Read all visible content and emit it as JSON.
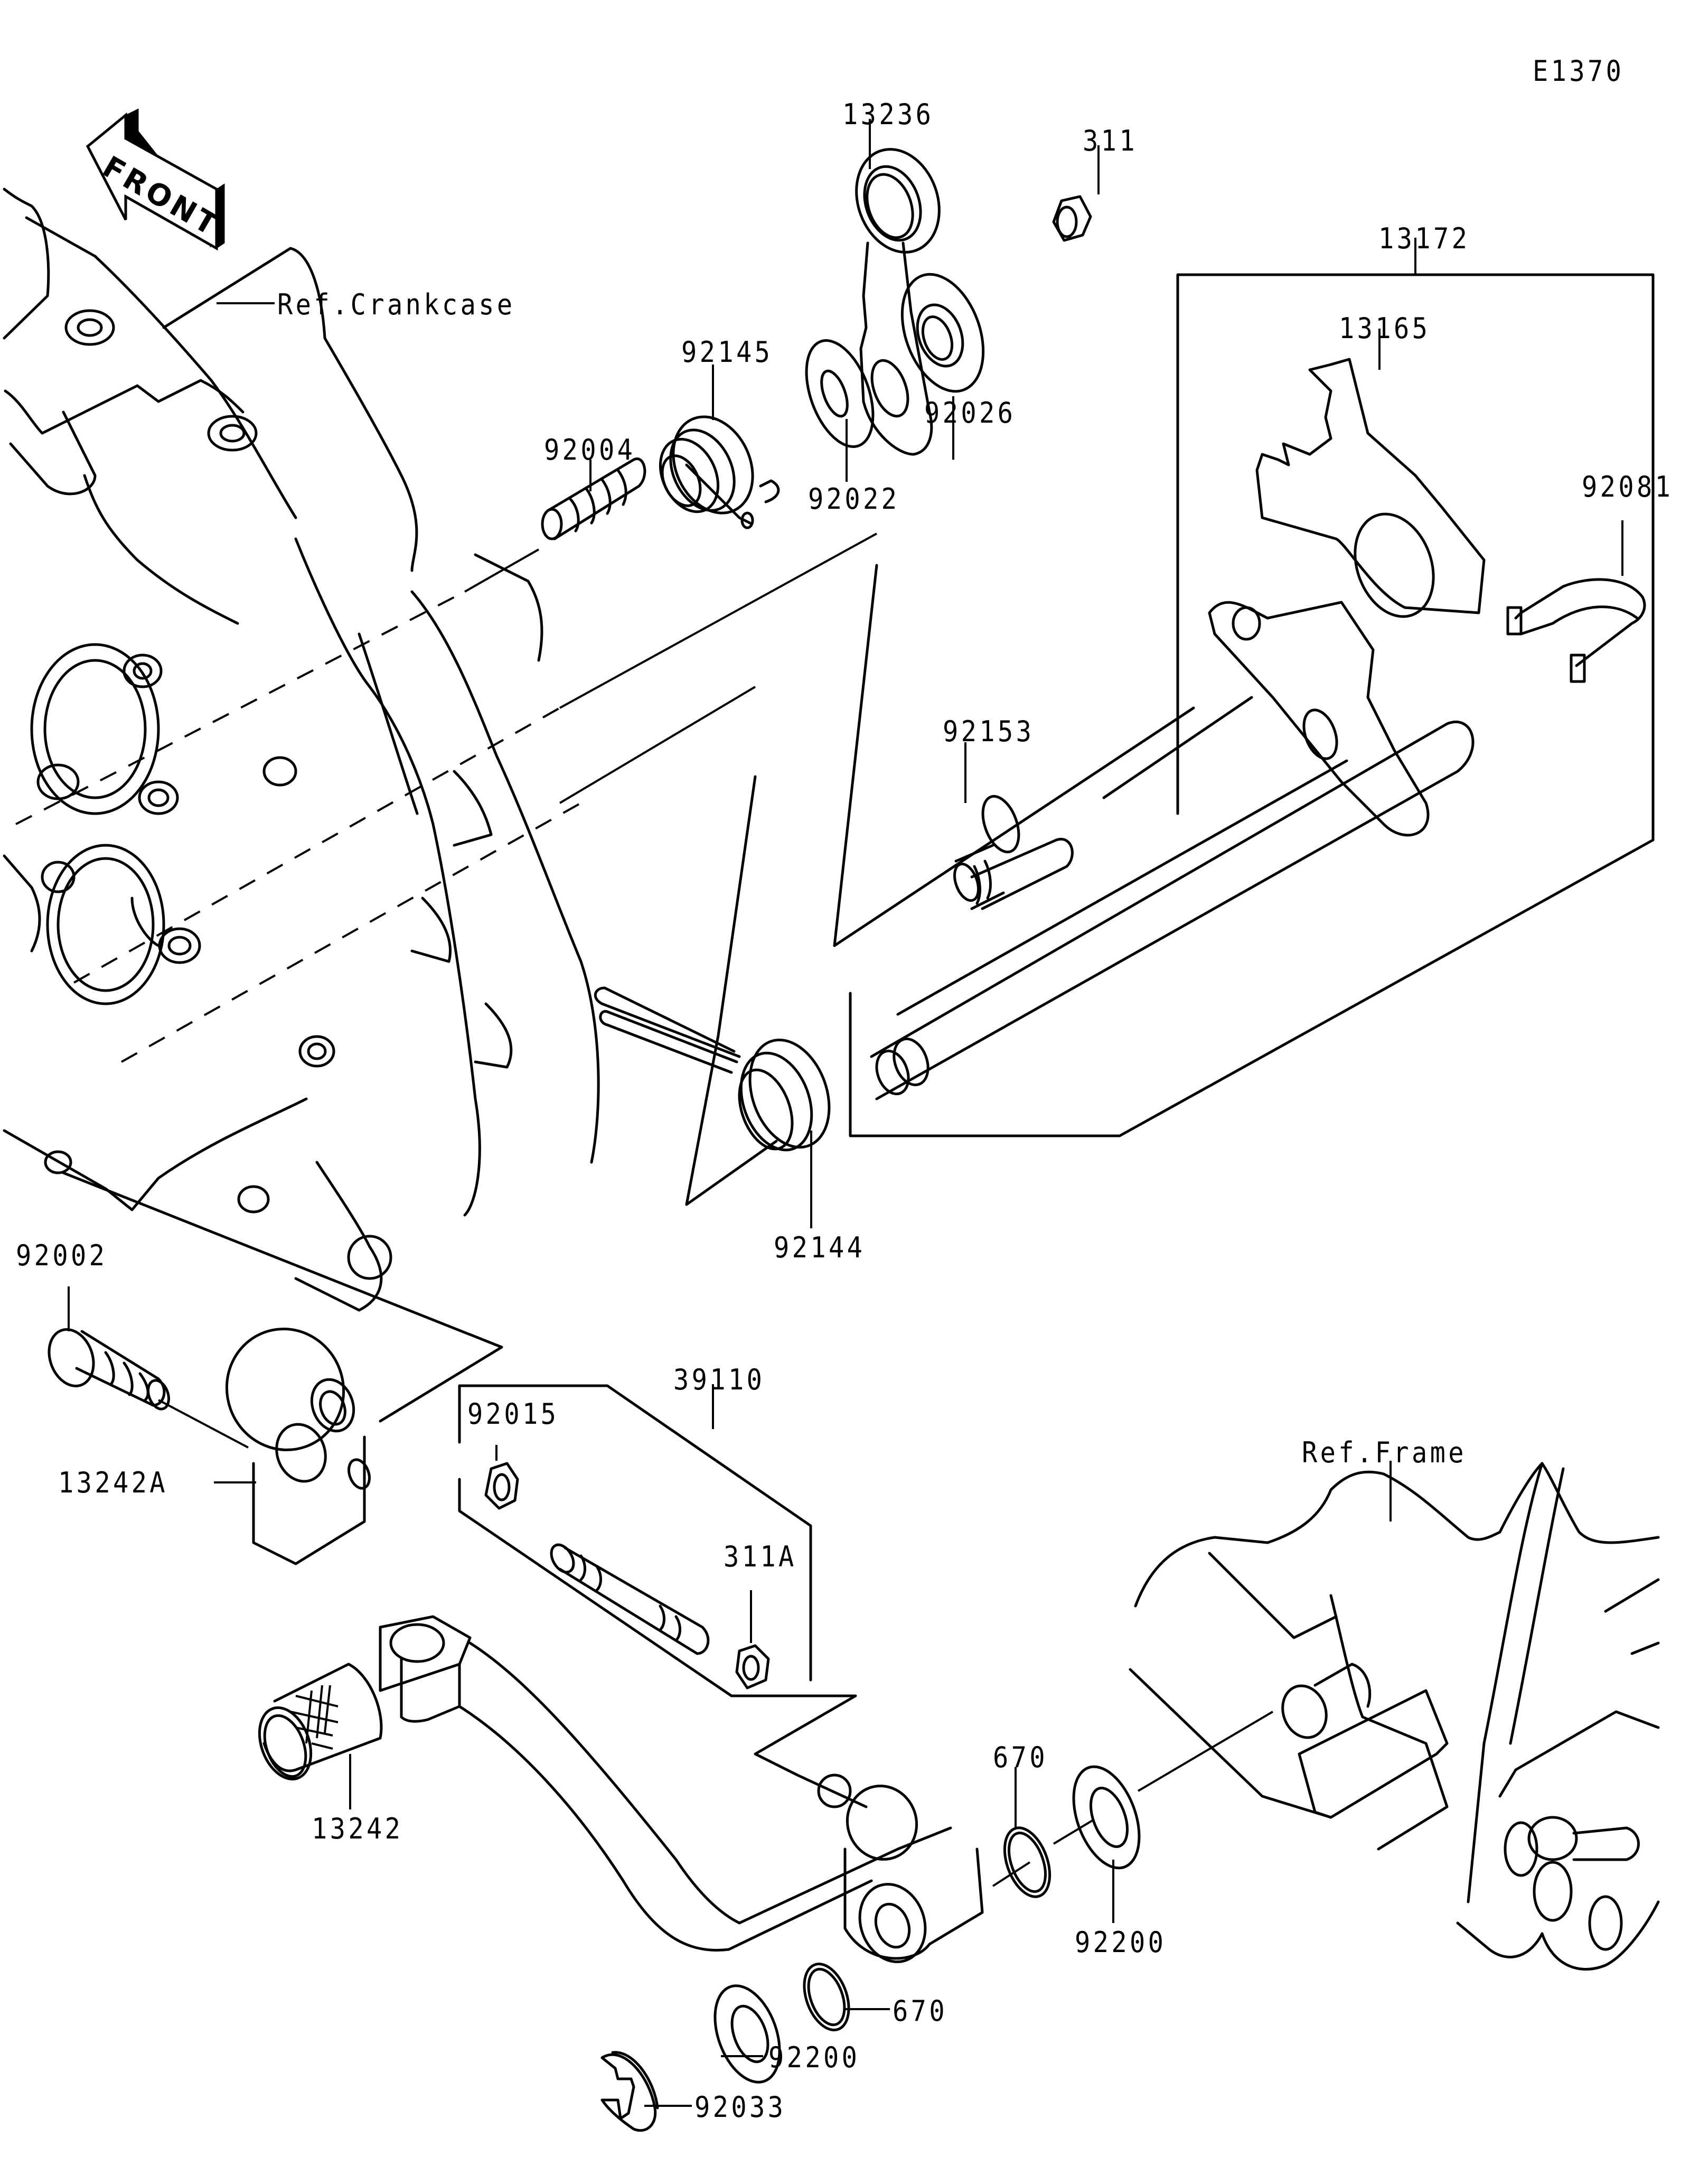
{
  "diagram": {
    "figure_code": "E1370",
    "orientation_arrow": {
      "label": "FRONT",
      "icon": "front-arrow-icon"
    },
    "references": [
      {
        "id": "ref-crankcase",
        "label": "Ref.Crankcase"
      },
      {
        "id": "ref-frame",
        "label": "Ref.Frame"
      }
    ],
    "groups": [
      {
        "id": "shaft-assembly",
        "label": "13172",
        "contains": [
          "13165",
          "92081",
          "92153-shaft"
        ]
      },
      {
        "id": "tie-rod-assembly",
        "label": "39110",
        "contains": [
          "92015",
          "311A",
          "rod"
        ]
      }
    ],
    "parts": [
      {
        "ref": "13236",
        "name": "shift-lever-arm"
      },
      {
        "ref": "311",
        "name": "nut"
      },
      {
        "ref": "13172",
        "name": "shift-shaft-assembly"
      },
      {
        "ref": "92145",
        "name": "spring"
      },
      {
        "ref": "92026",
        "name": "collar"
      },
      {
        "ref": "13165",
        "name": "plate"
      },
      {
        "ref": "92004",
        "name": "stud-pin"
      },
      {
        "ref": "92022",
        "name": "washer"
      },
      {
        "ref": "92081",
        "name": "spring-clip"
      },
      {
        "ref": "92153",
        "name": "bolt"
      },
      {
        "ref": "92144",
        "name": "torsion-spring"
      },
      {
        "ref": "92002",
        "name": "bolt"
      },
      {
        "ref": "39110",
        "name": "tie-rod-assembly"
      },
      {
        "ref": "92015",
        "name": "nut"
      },
      {
        "ref": "13242A",
        "name": "shift-lever-clamp"
      },
      {
        "ref": "311A",
        "name": "nut"
      },
      {
        "ref": "13242",
        "name": "shift-pedal"
      },
      {
        "ref": "670",
        "name": "o-ring-upper"
      },
      {
        "ref": "92200",
        "name": "washer-upper"
      },
      {
        "ref": "670",
        "name": "o-ring-lower"
      },
      {
        "ref": "92200",
        "name": "washer-lower"
      },
      {
        "ref": "92033",
        "name": "circlip"
      }
    ],
    "labels": {
      "e1370": "E1370",
      "p13236": "13236",
      "p311": "311",
      "p13172": "13172",
      "p92145": "92145",
      "p92026": "92026",
      "p13165": "13165",
      "p92004": "92004",
      "p92022": "92022",
      "p92081": "92081",
      "p92153": "92153",
      "p92144": "92144",
      "p92002": "92002",
      "p39110": "39110",
      "p92015": "92015",
      "p13242A": "13242A",
      "p311A": "311A",
      "p13242": "13242",
      "p670a": "670",
      "p92200a": "92200",
      "p670b": "670",
      "p92200b": "92200",
      "p92033": "92033",
      "ref_crankcase": "Ref.Crankcase",
      "ref_frame": "Ref.Frame",
      "front": "FRONT"
    }
  }
}
